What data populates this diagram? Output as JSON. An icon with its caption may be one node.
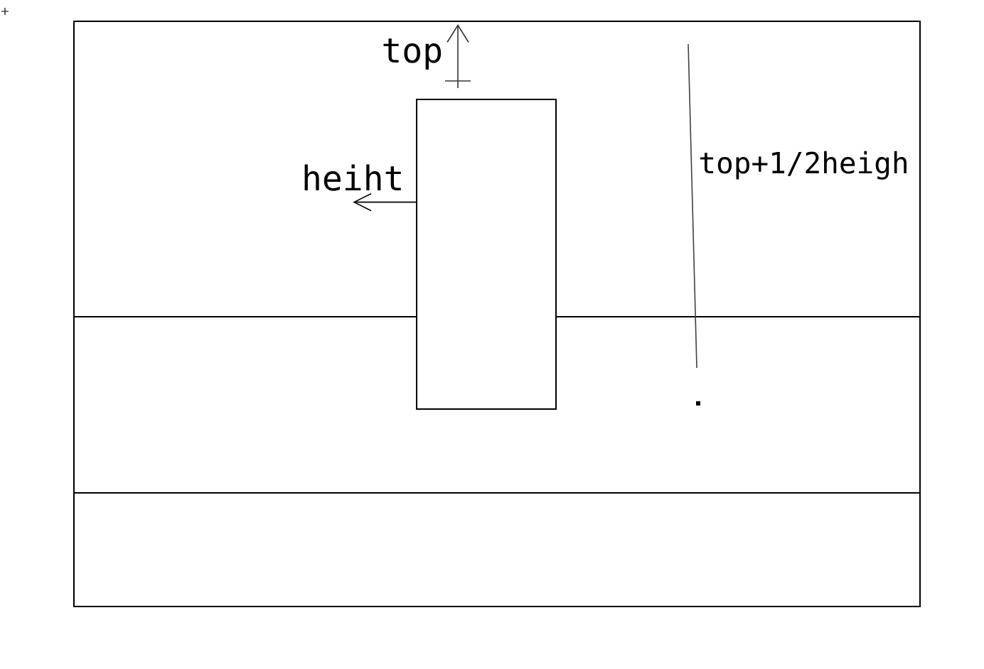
{
  "diagram": {
    "nodes": [
      {
        "text": [],
        "shape": "box"
      },
      {
        "text": [],
        "shape": "box",
        "in": 0
      },
      {
        "text": [
          "heiht"
        ],
        "in": 0
      },
      {
        "text": [],
        "shape": "box",
        "in": 0
      }
    ],
    "edges": [
      {
        "from": 1,
        "to": 2,
        "arrow": "to"
      }
    ],
    "labels": [
      "top",
      "top+1/2heigh"
    ]
  }
}
